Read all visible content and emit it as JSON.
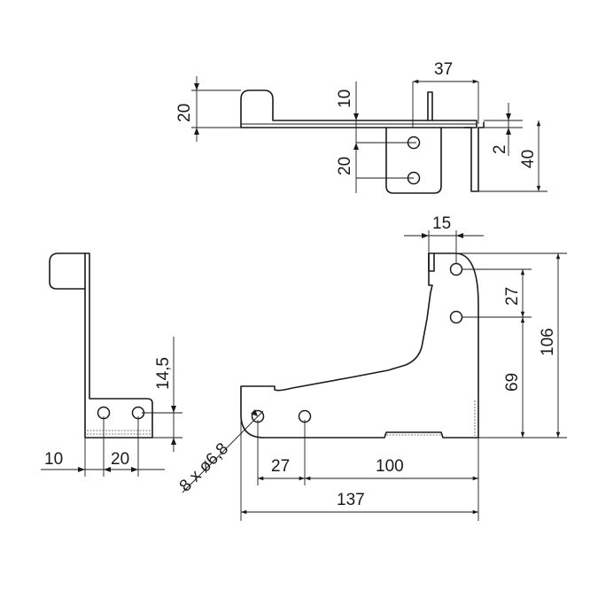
{
  "drawing": {
    "top_view": {
      "dim_width_37": "37",
      "dim_height_20_left": "20",
      "dim_offset_10": "10",
      "dim_hole_spacing_20": "20",
      "dim_thickness_2": "2",
      "dim_height_40": "40"
    },
    "side_view": {
      "dim_height_14_5": "14,5",
      "dim_offset_10": "10",
      "dim_hole_spacing_20": "20"
    },
    "front_view": {
      "dim_width_15": "15",
      "dim_hole_spacing_27_vertical": "27",
      "dim_height_69": "69",
      "dim_height_106": "106",
      "dim_hole_callout": "8 x ø6,8",
      "dim_hole_spacing_27_horizontal": "27",
      "dim_length_100": "100",
      "dim_length_137": "137"
    }
  }
}
